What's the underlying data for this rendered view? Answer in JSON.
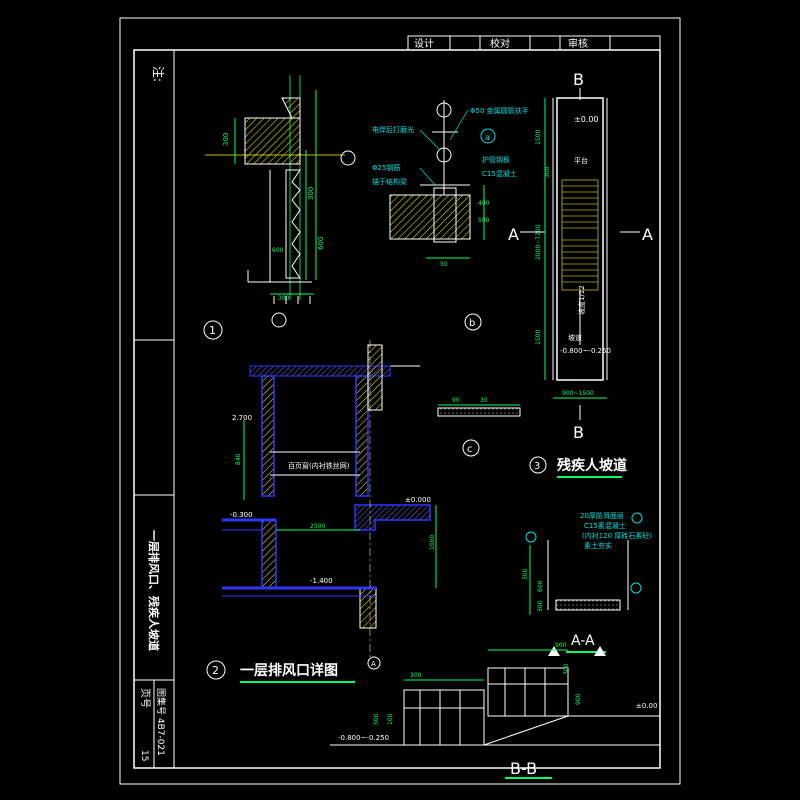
{
  "colors": {
    "background": "#000000",
    "frame": "#ffffff",
    "dimension": "#00ff66",
    "wall": "#3333ff",
    "hatch": "#ffff00",
    "leader": "#00e0e0",
    "accent_red": "#ff3333"
  },
  "titleblock": {
    "design": "设计",
    "check": "校对",
    "review": "审核",
    "note": "注:",
    "drawing_title": "一层排风口、残疾人坡道",
    "drawing_no": "图集号 4B7-021",
    "page_label": "页号",
    "page_no": "15"
  },
  "detail1": {
    "marker": "1",
    "dims": [
      "300",
      "300",
      "600",
      "600",
      "300"
    ]
  },
  "detailB": {
    "marker": "b",
    "circle_ref": "a",
    "labels": [
      "Φ50 金属圆管扶手",
      "电焊后打磨光",
      "Φ25钢筋",
      "锚于结构梁",
      "护管钢板",
      "C15混凝土"
    ],
    "dims": [
      "400",
      "500",
      "50"
    ]
  },
  "detailC": {
    "marker": "c",
    "dims": [
      "90",
      "30"
    ]
  },
  "ramp": {
    "section_mark": "B",
    "side_mark": "A",
    "title_marker": "3",
    "title": "残疾人坡道",
    "top_level": "±0.00",
    "bottom_level": "-0.800~-0.250",
    "label_platform": "平台",
    "label_slope": "坡道",
    "label_slope2": "坡道",
    "slope": "坡度1/12",
    "dims": [
      "1500",
      "300",
      "2000~7200",
      "1500",
      "900~1500"
    ]
  },
  "detail2": {
    "marker": "2",
    "title": "一层排风口详图",
    "label": "百页窗(内衬铁丝网)",
    "levels": [
      "2.700",
      "-0.300",
      "-1.400",
      "±0.000"
    ],
    "dims": [
      "840",
      "2500",
      "1000"
    ],
    "axis": "A"
  },
  "sectionAA": {
    "title": "A-A",
    "labels": [
      "20厚防滑面层",
      "C15素混凝土",
      "(内衬120 厚砖石素砼)",
      "素土夯实"
    ],
    "dims": [
      "300",
      "600",
      "300"
    ]
  },
  "sectionBB": {
    "title": "B-B",
    "levels": [
      "-0.800~-0.250",
      "±0.00"
    ],
    "dims": [
      "300",
      "900",
      "500",
      "100",
      "900",
      "300"
    ]
  }
}
